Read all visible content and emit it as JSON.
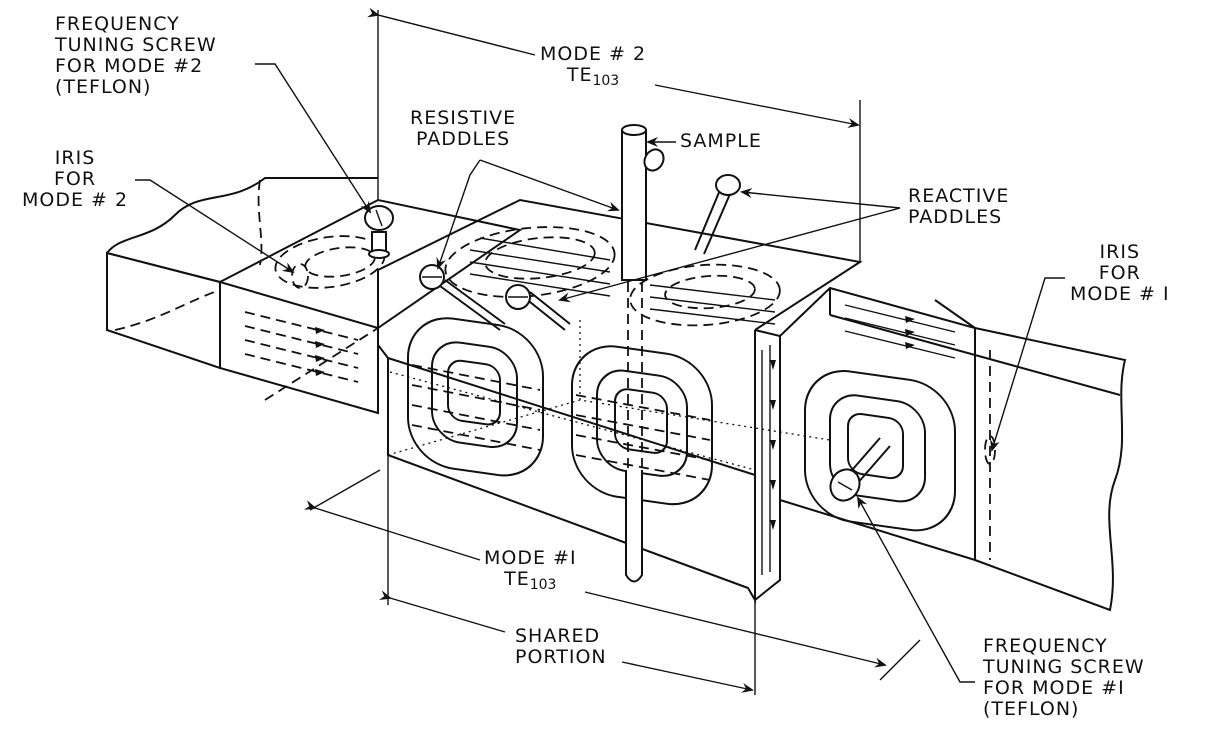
{
  "labels": {
    "freq_screw_mode2": [
      "FREQUENCY",
      "TUNING SCREW",
      "FOR MODE #2",
      "(TEFLON)"
    ],
    "iris_mode2": [
      "IRIS",
      "FOR",
      "MODE # 2"
    ],
    "mode2_dim": {
      "line1": "MODE # 2",
      "te": "TE",
      "sub": "103"
    },
    "resistive_paddles": [
      "RESISTIVE",
      "PADDLES"
    ],
    "sample": "SAMPLE",
    "reactive_paddles": [
      "REACTIVE",
      "PADDLES"
    ],
    "iris_mode1": [
      "IRIS",
      "FOR",
      "MODE # I"
    ],
    "mode1_dim": {
      "line1": "MODE #I",
      "te": "TE",
      "sub": "103"
    },
    "shared_portion": [
      "SHARED",
      "PORTION"
    ],
    "freq_screw_mode1": [
      "FREQUENCY",
      "TUNING SCREW",
      "FOR MODE #I",
      "(TEFLON)"
    ]
  },
  "colors": {
    "ink": "#111111",
    "paper": "#ffffff"
  }
}
